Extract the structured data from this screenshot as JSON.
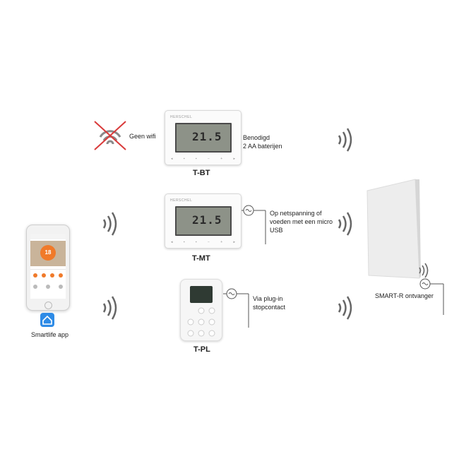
{
  "labels": {
    "no_wifi": "Geen wifi",
    "batteries_line1": "Benodigd",
    "batteries_line2": "2 AA baterijen",
    "mains_line1": "Op netspanning of",
    "mains_line2": "voeden met een micro",
    "mains_line3": "USB",
    "plugin_line1": "Via plug-in",
    "plugin_line2": "stopcontact",
    "receiver": "SMART-R ontvanger",
    "app": "Smartlife app"
  },
  "devices": {
    "tbt": {
      "name": "T-BT",
      "brand": "HERSCHEL",
      "temp": "21.5"
    },
    "tmt": {
      "name": "T-MT",
      "brand": "HERSCHEL",
      "temp": "21.5"
    },
    "tpl": {
      "name": "T-PL"
    }
  },
  "phone": {
    "app_temp": "18"
  },
  "colors": {
    "cross": "#d93a3a",
    "wifi_waves": "#666666",
    "app_orange": "#f07a2a",
    "smartlife_blue": "#2e8be6"
  }
}
